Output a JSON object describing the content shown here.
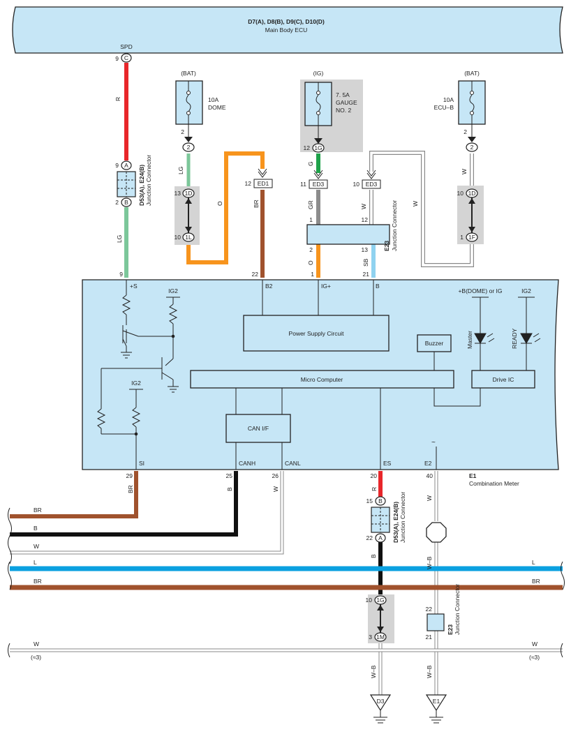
{
  "ecu": {
    "title": "D7(A), D8(B), D9(C), D10(D)",
    "subtitle": "Main Body ECU",
    "spd": "SPD",
    "pin": "9",
    "conn": "C"
  },
  "spd_wire": {
    "color_code": "R"
  },
  "jc_left": {
    "title": "D53(A), E24(B)",
    "subtitle": "Junction Connector",
    "pin_a": "9",
    "a": "A",
    "pin_b": "2",
    "b": "B",
    "wire_below": "LG"
  },
  "dome": {
    "supply": "(BAT)",
    "line1": "10A",
    "line2": "DOME",
    "pin": "2",
    "conn": "2",
    "wire": "LG",
    "j1_pin": "13",
    "j1": "1D",
    "j2_pin": "10",
    "j2": "1L",
    "wire2": "O"
  },
  "ed1": {
    "pin": "12",
    "name": "ED1",
    "wire": "BR"
  },
  "gauge": {
    "supply": "(IG)",
    "line1": "7. 5A",
    "line2": "GAUGE",
    "line3": "NO. 2",
    "pin": "12",
    "conn": "1G",
    "wire": "G"
  },
  "ed3a": {
    "pin": "11",
    "name": "ED3",
    "wire": "GR"
  },
  "ed3b": {
    "pin": "10",
    "name": "ED3",
    "wire": "W"
  },
  "ecub": {
    "supply": "(BAT)",
    "line1": "10A",
    "line2": "ECU–B",
    "pin": "2",
    "conn": "2",
    "wire": "W",
    "j1_pin": "10",
    "j1": "1D",
    "j2_pin": "1",
    "j2": "1F",
    "loop_wire": "W"
  },
  "e23": {
    "title": "E23",
    "subtitle": "Junction Connector",
    "p1": "1",
    "p12": "12",
    "p2": "2",
    "p13": "13",
    "wire_o": "O",
    "wire_sb": "SB"
  },
  "meter_pins_top": {
    "p9": "9",
    "s": "+S",
    "p22": "22",
    "b2": "B2",
    "p1": "1",
    "igp": "IG+",
    "p21": "21",
    "b": "B"
  },
  "meter": {
    "ig2_a": "IG2",
    "ig2_b": "IG2",
    "ig2_c": "IG2",
    "power_supply": "Power Supply Circuit",
    "micro": "Micro Computer",
    "buzzer": "Buzzer",
    "drive_ic": "Drive IC",
    "can_if": "CAN I/F",
    "bdome": "+B(DOME) or IG",
    "master": "Master",
    "ready": "READY",
    "tilde": "~",
    "name": "E1",
    "subname": "Combination Meter"
  },
  "meter_pins_bottom": {
    "si": "SI",
    "p29": "29",
    "w29": "BR",
    "canh": "CANH",
    "p25": "25",
    "w25": "B",
    "canl": "CANL",
    "p26": "26",
    "w26": "W",
    "es": "ES",
    "p20": "20",
    "w20": "R",
    "e2": "E2",
    "p40": "40",
    "w40": "W"
  },
  "jc_right": {
    "title": "D53(A), E24(B)",
    "subtitle": "Junction Connector",
    "pin_b": "15",
    "b": "B",
    "pin_a": "22",
    "a": "A",
    "wire": "B"
  },
  "bus": {
    "br1": "BR",
    "b": "B",
    "w1": "W",
    "l_left": "L",
    "l_right": "L",
    "br2_left": "BR",
    "br2_right": "BR",
    "w2_left": "W",
    "w2_right": "W",
    "ref_left": "(≈3)",
    "ref_right": "(≈3)"
  },
  "bottom_left": {
    "j1_pin": "10",
    "j1": "1G",
    "j2_pin": "3",
    "j2": "1M",
    "wire": "W–B",
    "ground": "D3"
  },
  "bottom_right": {
    "wire_top": "W–B",
    "e23_title": "E23",
    "e23_sub": "Junction Connector",
    "p22": "22",
    "p21": "21",
    "wire": "W–B",
    "ground": "E1"
  },
  "colors": {
    "red": "#e8262a",
    "lightgreen": "#7cc79a",
    "orange": "#f7941d",
    "brown": "#a0522d",
    "green": "#1fa24a",
    "gray": "#8c8c8c",
    "skyblue": "#8fd2f0",
    "blue": "#0aa0e0",
    "black": "#111111",
    "white_wire": "#ffffff",
    "fill": "#c6e6f6"
  }
}
